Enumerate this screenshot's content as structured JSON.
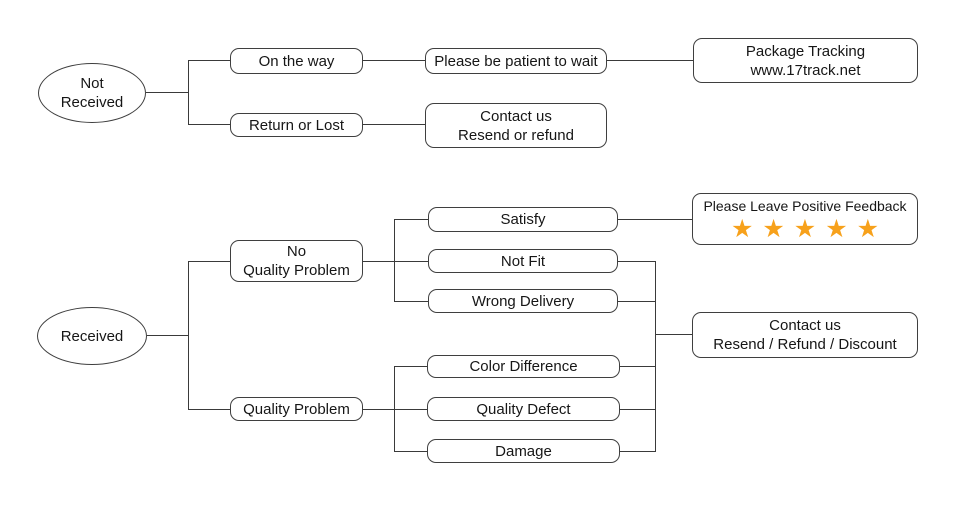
{
  "diagram": {
    "type": "flowchart",
    "colors": {
      "star": "#F7A11B",
      "line": "#3a3a3a",
      "border": "#3f3f3f",
      "text": "#161616",
      "bg": "#ffffff"
    },
    "nodes": {
      "not_received": {
        "line1": "Not",
        "line2": "Received"
      },
      "on_the_way": {
        "label": "On the way"
      },
      "please_be_patient": {
        "label": "Please be patient to wait"
      },
      "package_tracking": {
        "line1": "Package Tracking",
        "line2": "www.17track.net"
      },
      "return_or_lost": {
        "label": "Return or Lost"
      },
      "contact_us_not_received": {
        "line1": "Contact us",
        "line2": "Resend or refund"
      },
      "received": {
        "label": "Received"
      },
      "no_quality_problem": {
        "line1": "No",
        "line2": "Quality Problem"
      },
      "satisfy": {
        "label": "Satisfy"
      },
      "not_fit": {
        "label": "Not Fit"
      },
      "wrong_delivery": {
        "label": "Wrong Delivery"
      },
      "positive_feedback": {
        "label": "Please Leave Positive Feedback",
        "stars": "★★★★★",
        "star_count": 5
      },
      "quality_problem": {
        "label": "Quality Problem"
      },
      "color_difference": {
        "label": "Color Difference"
      },
      "quality_defect": {
        "label": "Quality Defect"
      },
      "damage": {
        "label": "Damage"
      },
      "contact_us_received": {
        "line1": "Contact us",
        "line2": "Resend / Refund / Discount"
      }
    }
  }
}
